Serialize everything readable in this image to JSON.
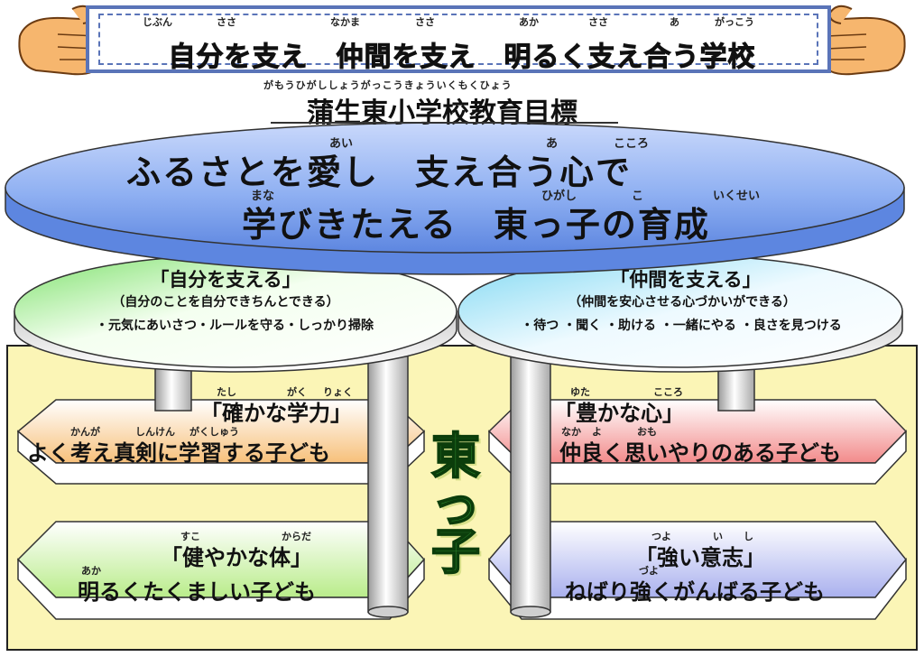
{
  "banner": {
    "title": "自分を支え　仲間を支え　明るく支え合う学校",
    "ruby": [
      "じぶん",
      "ささ",
      "なかま",
      "ささ",
      "あか",
      "ささ",
      "あ",
      "がっこう"
    ]
  },
  "goal": {
    "heading": "蒲生東小学校教育目標",
    "heading_ruby": "がもうひがししょうがっこうきょういくもくひょう",
    "line1": "ふるさとを愛し　支え合う心で",
    "line1_ruby": [
      "あい",
      "あ",
      "こころ"
    ],
    "line2": "学びきたえる　東っ子の育成",
    "line2_ruby": [
      "まな",
      "ひがし",
      "こ",
      "いくせい"
    ]
  },
  "left_disc": {
    "title": "「自分を支える」",
    "subtitle": "（自分のことを自分できちんとできる）",
    "list": "・元気にあいさつ・ルールを守る・しっかり掃除"
  },
  "right_disc": {
    "title": "「仲間を支える」",
    "subtitle": "（仲間を安心させる心づかいができる）",
    "list": "・待つ ・聞く ・助ける ・一緒にやる ・良さを見つける"
  },
  "center_label": [
    "東",
    "っ",
    "子"
  ],
  "pillars": [
    {
      "title": "「確かな学力」",
      "title_ruby": [
        "たし",
        "がく",
        "りょく"
      ],
      "desc": "よく考え真剣に学習する子ども",
      "desc_ruby": [
        "かんが",
        "しんけん",
        "がくしゅう"
      ],
      "color": "#f7c07a"
    },
    {
      "title": "「豊かな心」",
      "title_ruby": [
        "ゆた",
        "こころ"
      ],
      "desc": "仲良く思いやりのある子ども",
      "desc_ruby": [
        "なか",
        "よ",
        "おも"
      ],
      "color": "#f28a8a"
    },
    {
      "title": "「健やかな体」",
      "title_ruby": [
        "すこ",
        "からだ"
      ],
      "desc": "明るくたくましい子ども",
      "desc_ruby": [
        "あか"
      ],
      "color": "#b9ec8a"
    },
    {
      "title": "「強い意志」",
      "title_ruby": [
        "つよ",
        "い",
        "し"
      ],
      "desc": "ねばり強くがんばる子ども",
      "desc_ruby": [
        "づよ"
      ],
      "color": "#a9b0ee"
    }
  ]
}
